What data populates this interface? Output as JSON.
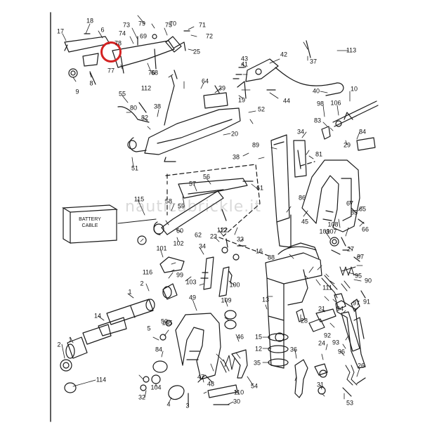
{
  "diagram": {
    "battery_label": "BATTERY\nCABLE",
    "watermark": "nauticabrickle.it",
    "highlight_color": "#d42222",
    "labels": [
      "1",
      "2",
      "3",
      "4",
      "5",
      "6",
      "8",
      "9",
      "10",
      "12",
      "13",
      "14",
      "15",
      "16",
      "17",
      "18",
      "19",
      "20",
      "21",
      "22",
      "23",
      "24",
      "25",
      "26",
      "27",
      "28",
      "29",
      "30",
      "31",
      "32",
      "33",
      "34",
      "35",
      "36",
      "37",
      "38",
      "39",
      "40",
      "41",
      "42",
      "43",
      "44",
      "45",
      "46",
      "47",
      "48",
      "49",
      "50",
      "51",
      "52",
      "53",
      "54",
      "55",
      "56",
      "57",
      "58",
      "59",
      "60",
      "61",
      "62",
      "64",
      "65",
      "66",
      "67",
      "68",
      "69",
      "70",
      "71",
      "72",
      "73",
      "74",
      "75",
      "76",
      "77",
      "78",
      "79",
      "80",
      "81",
      "82",
      "83",
      "84",
      "85",
      "86",
      "87",
      "88",
      "89",
      "90",
      "91",
      "92",
      "93",
      "94",
      "95",
      "96",
      "97",
      "98",
      "99",
      "100",
      "101",
      "102",
      "103",
      "104",
      "105",
      "106",
      "107",
      "108",
      "109",
      "110",
      "111",
      "112",
      "113",
      "114",
      "115",
      "116"
    ]
  }
}
